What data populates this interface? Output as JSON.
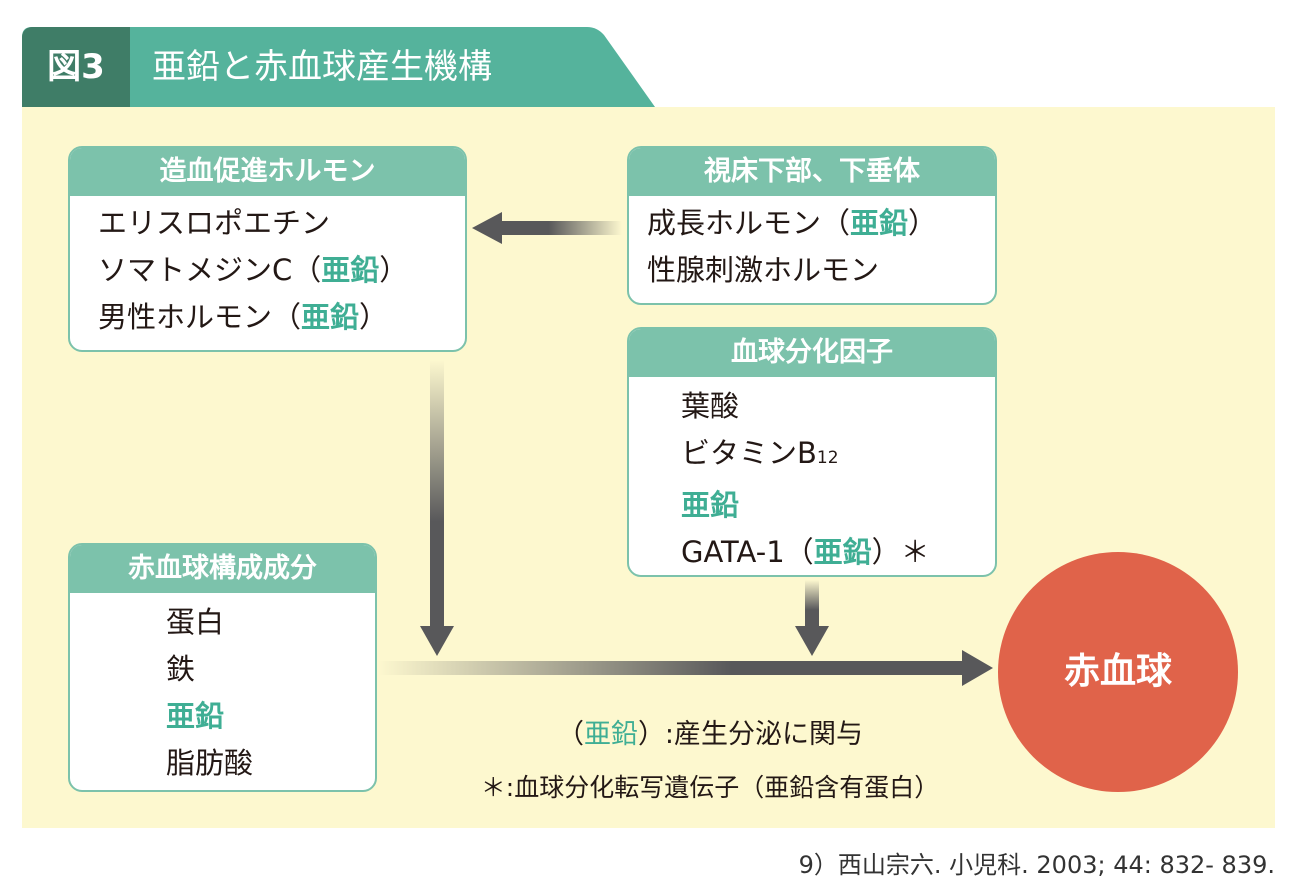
{
  "title": {
    "figure_number": "図3",
    "text": "亜鉛と赤血球産生機構"
  },
  "zinc": "亜鉛",
  "boxes": {
    "hematopoietic": {
      "header": "造血促進ホルモン",
      "lines": [
        "エリスロポエチン",
        "ソマトメジンC（",
        "）",
        "男性ホルモン（",
        "）"
      ]
    },
    "hypothalamus": {
      "header": "視床下部、下垂体",
      "lines": [
        "成長ホルモン（",
        "）",
        "性腺刺激ホルモン"
      ]
    },
    "differentiation": {
      "header": "血球分化因子",
      "lines": [
        "葉酸",
        "ビタミンB",
        "12",
        "GATA-1（",
        "）＊"
      ]
    },
    "components": {
      "header": "赤血球構成成分",
      "lines": [
        "蛋白",
        "鉄",
        "脂肪酸"
      ]
    }
  },
  "result": {
    "label": "赤血球"
  },
  "legend": {
    "zinc_note_open": "（",
    "zinc_note_rest": "）:産生分泌に関与",
    "asterisk_note": "＊:血球分化転写遺伝子（亜鉛含有蛋白）"
  },
  "footnote": "9）西山宗六. 小児科. 2003; 44: 832- 839.",
  "colors": {
    "header": "#55b39c",
    "dark": "#3f7d67",
    "box": "#7cc2ab",
    "panel": "#fdf8cf",
    "zinc": "#3fae94",
    "rbc": "#e0634a",
    "arrow": "#58585a"
  }
}
